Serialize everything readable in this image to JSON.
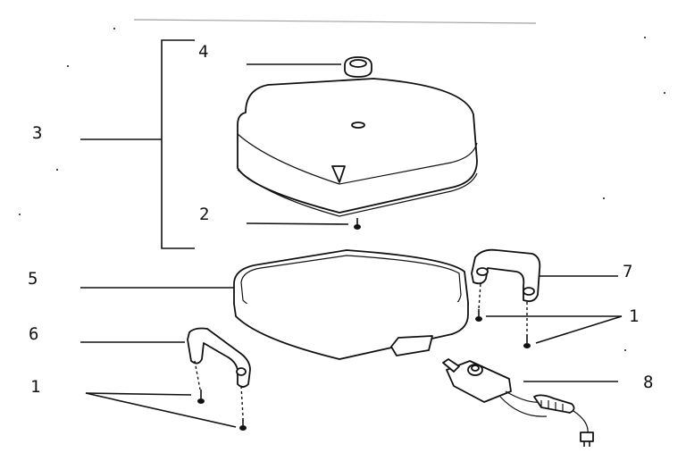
{
  "callouts": {
    "c3": "3",
    "c4": "4",
    "c2": "2",
    "c5": "5",
    "c6": "6",
    "c1_left": "1",
    "c7": "7",
    "c1_right": "1",
    "c8": "8"
  },
  "parts": [
    {
      "id": "lid",
      "label": "3"
    },
    {
      "id": "knob",
      "label": "4"
    },
    {
      "id": "lid-screw",
      "label": "2"
    },
    {
      "id": "pan",
      "label": "5"
    },
    {
      "id": "left-handle",
      "label": "6"
    },
    {
      "id": "right-handle",
      "label": "7"
    },
    {
      "id": "screws",
      "label": "1"
    },
    {
      "id": "control-cord",
      "label": "8"
    }
  ]
}
